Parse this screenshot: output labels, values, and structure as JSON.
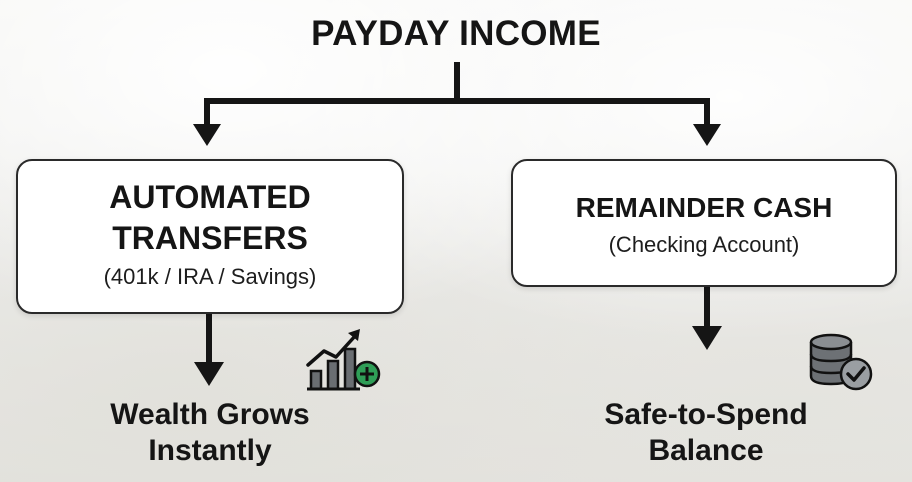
{
  "title": "PAYDAY INCOME",
  "left_box": {
    "heading_line1": "AUTOMATED",
    "heading_line2": "TRANSFERS",
    "sub": "(401k / IRA / Savings)"
  },
  "right_box": {
    "heading": "REMAINDER CASH",
    "sub": "(Checking Account)"
  },
  "left_outcome": {
    "line1": "Wealth Grows",
    "line2": "Instantly",
    "icon": "growth-chart-plus-icon"
  },
  "right_outcome": {
    "line1": "Safe-to-Spend",
    "line2": "Balance",
    "icon": "database-check-icon"
  },
  "colors": {
    "line": "#151515",
    "box_fill": "#ffffff",
    "box_border": "#2a2a2a",
    "icon_fill": "#5b5f63",
    "plus_badge": "#2f9e57",
    "check_badge": "#7b7f83"
  }
}
